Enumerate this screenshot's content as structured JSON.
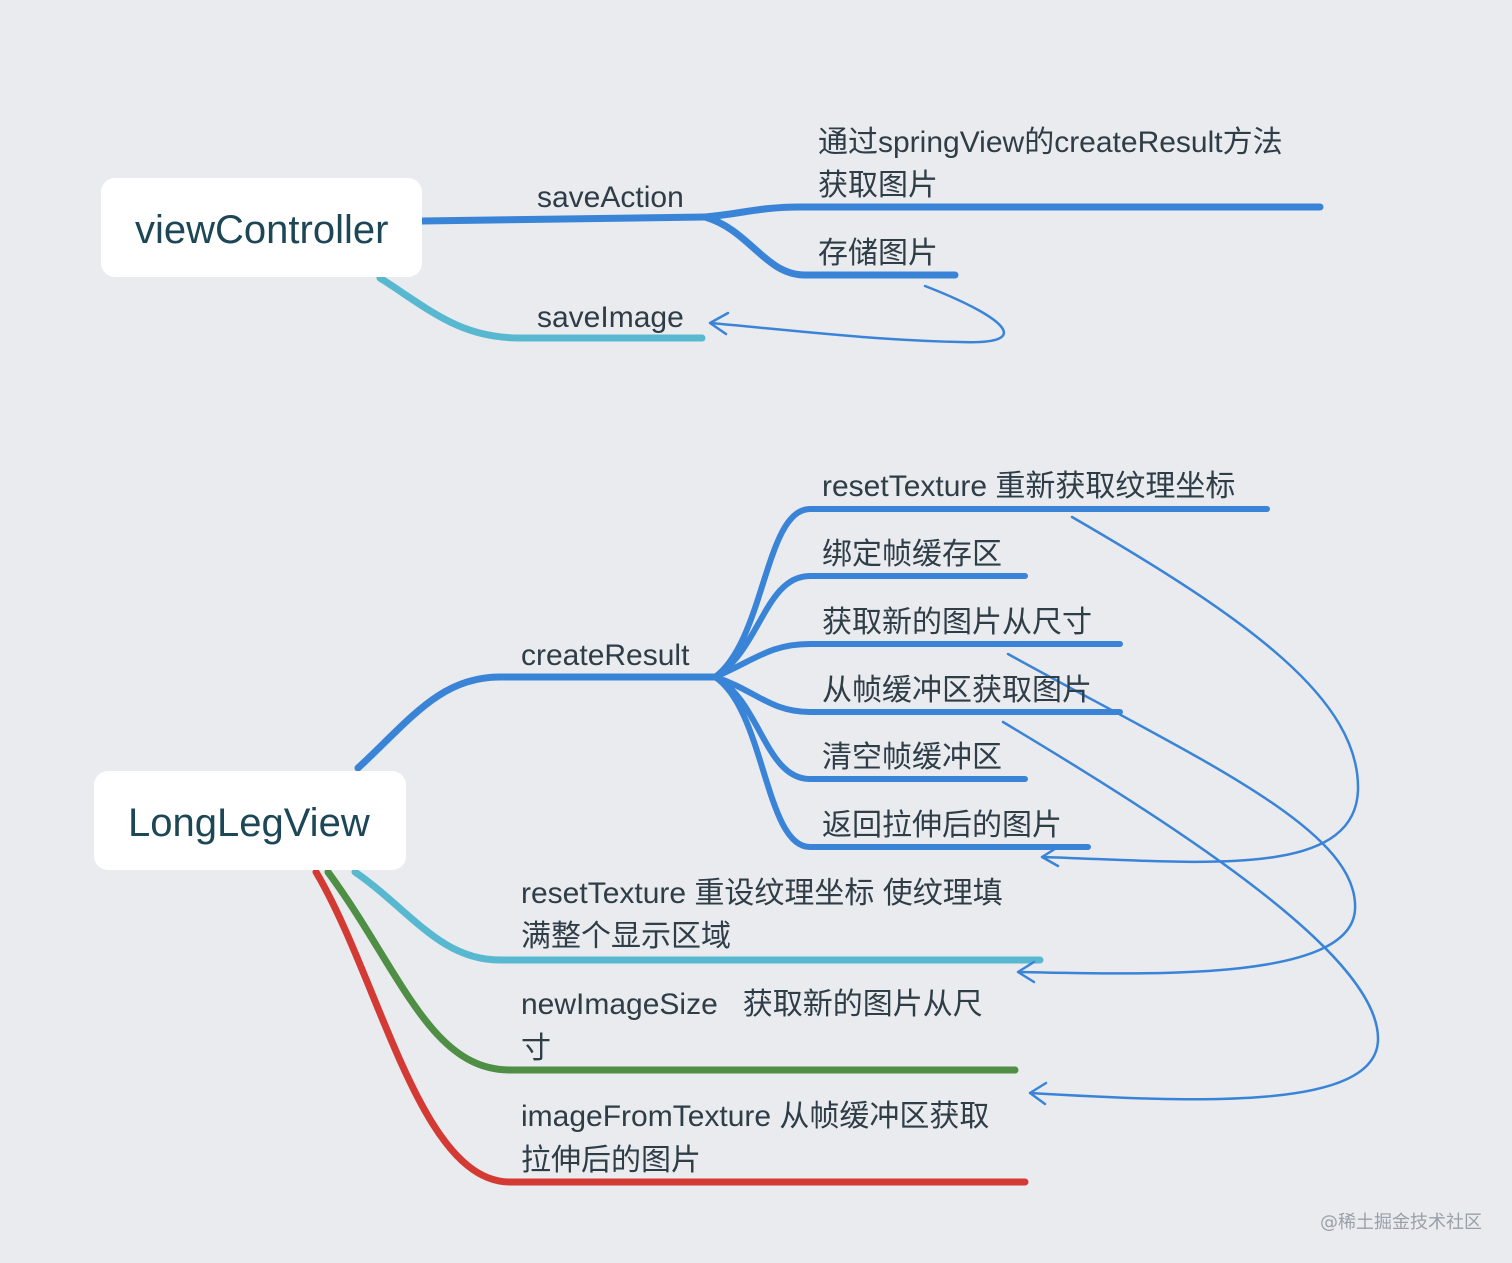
{
  "colors": {
    "background": "#e9ebef",
    "blue": "#3a84d8",
    "cyan": "#58b8d0",
    "green": "#4f8f45",
    "red": "#d33a34"
  },
  "top": {
    "root": "viewController",
    "save_action": "saveAction",
    "child1_line1": "通过springView的createResult方法",
    "child1_line2": "获取图片",
    "child2": "存储图片",
    "save_image": "saveImage"
  },
  "bottom": {
    "root": "LongLegView",
    "create_result": "createResult",
    "children": [
      "resetTexture 重新获取纹理坐标",
      "绑定帧缓存区",
      "获取新的图片从尺寸",
      "从帧缓冲区获取图片",
      "清空帧缓冲区",
      "返回拉伸后的图片"
    ],
    "reset_texture_line1": "resetTexture 重设纹理坐标 使纹理填",
    "reset_texture_line2": "满整个显示区域",
    "new_image_size_line1": "newImageSize   获取新的图片从尺",
    "new_image_size_line2": "寸",
    "image_from_texture_line1": "imageFromTexture 从帧缓冲区获取",
    "image_from_texture_line2": "拉伸后的图片"
  },
  "watermark": "@稀土掘金技术社区"
}
